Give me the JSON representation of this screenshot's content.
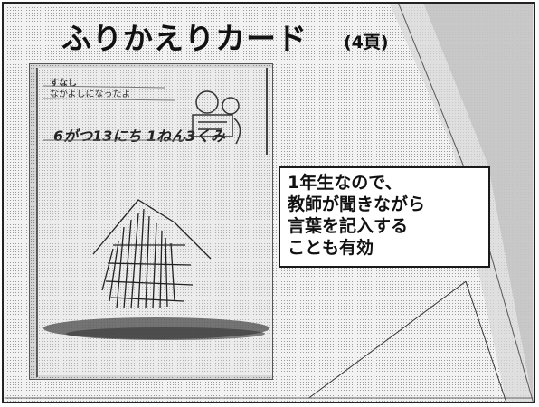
{
  "slide": {
    "title": "ふりかえりカード",
    "page_ref": "(4頁)"
  },
  "card": {
    "header": "すなし",
    "subheader": "なかよしになったよ",
    "date_text": "6がつ13にち 1ねん3くみ"
  },
  "callout": {
    "lines": [
      "1年生なので、",
      "教師が聞きながら",
      "言葉を記入する",
      "ことも有効"
    ]
  },
  "colors": {
    "background": "#f2f2f2",
    "text": "#111111",
    "callout_bg": "#ffffff"
  }
}
